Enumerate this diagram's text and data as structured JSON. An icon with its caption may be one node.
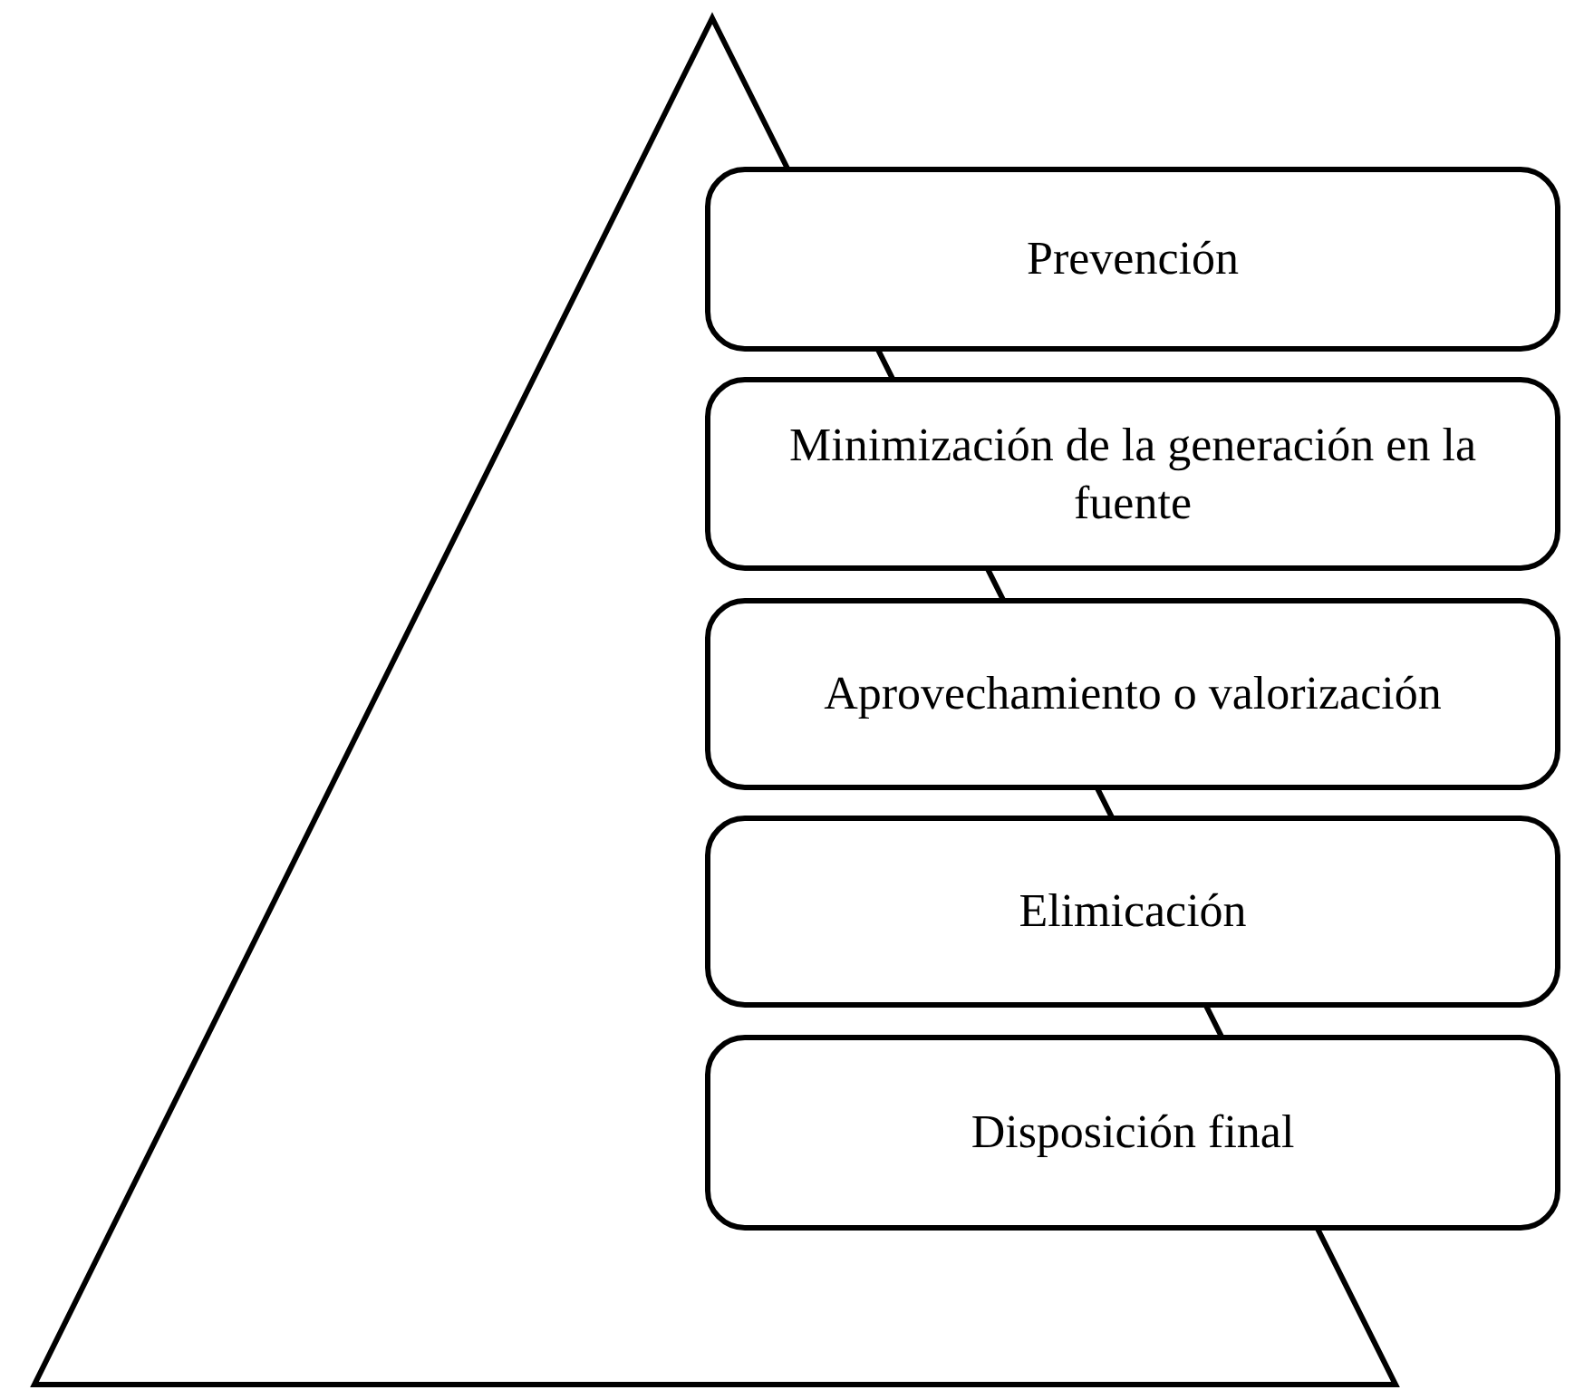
{
  "diagram": {
    "nodes": [
      {
        "text": [
          "Prevención"
        ]
      },
      {
        "text": [
          "Minimización de la generación en la fuente"
        ]
      },
      {
        "text": [
          "Aprovechamiento o valorización"
        ]
      },
      {
        "text": [
          "Elimicación"
        ]
      },
      {
        "text": [
          "Disposición final"
        ]
      }
    ]
  }
}
